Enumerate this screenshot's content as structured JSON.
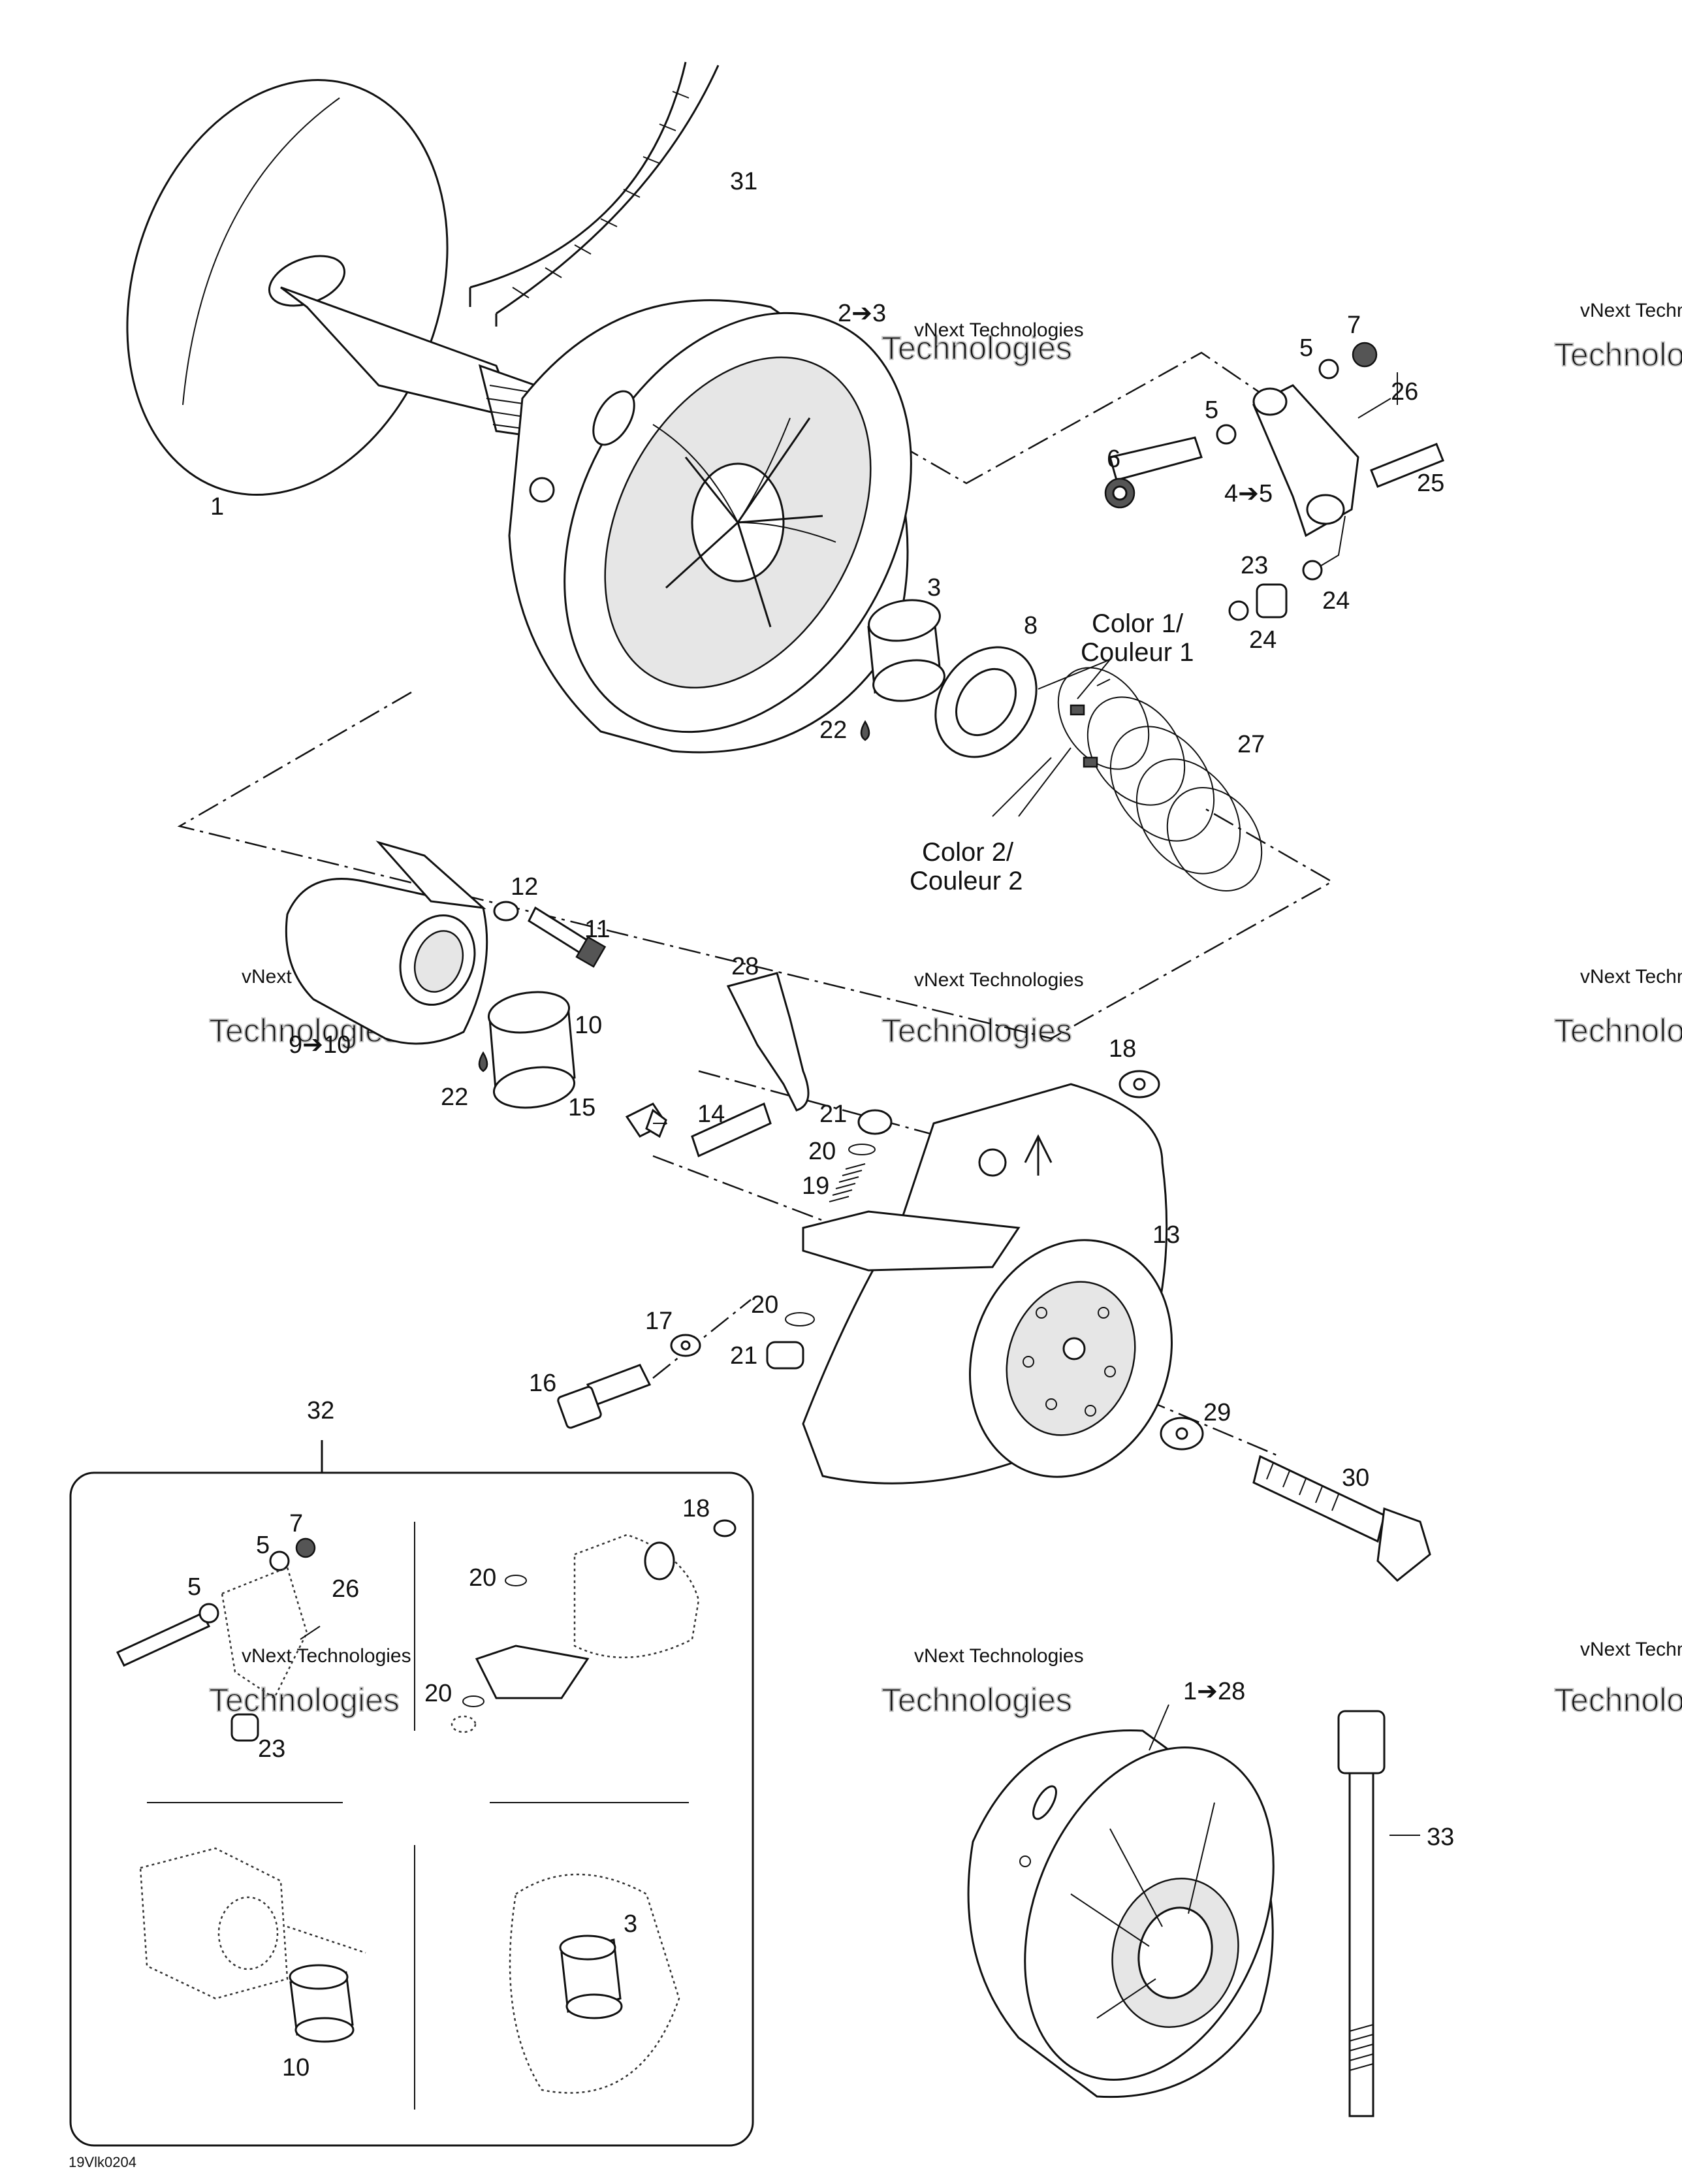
{
  "watermark": {
    "line1": "vNext Technologies",
    "line2": "Technologies"
  },
  "drawing_code": "19Vlk0204",
  "color_labels": [
    {
      "id": "color1",
      "en": "Color 1/",
      "fr": "Couleur 1"
    },
    {
      "id": "color2",
      "en": "Color 2/",
      "fr": "Couleur 2"
    }
  ],
  "callouts": [
    {
      "id": "1",
      "text": "1"
    },
    {
      "id": "31",
      "text": "31"
    },
    {
      "id": "2-3",
      "text": "2➔3"
    },
    {
      "id": "7",
      "text": "7"
    },
    {
      "id": "5a",
      "text": "5"
    },
    {
      "id": "26",
      "text": "26"
    },
    {
      "id": "5b",
      "text": "5"
    },
    {
      "id": "6",
      "text": "6"
    },
    {
      "id": "4-5",
      "text": "4➔5"
    },
    {
      "id": "25",
      "text": "25"
    },
    {
      "id": "23",
      "text": "23"
    },
    {
      "id": "24a",
      "text": "24"
    },
    {
      "id": "24b",
      "text": "24"
    },
    {
      "id": "3",
      "text": "3"
    },
    {
      "id": "8",
      "text": "8"
    },
    {
      "id": "22a",
      "text": "22"
    },
    {
      "id": "27",
      "text": "27"
    },
    {
      "id": "12",
      "text": "12"
    },
    {
      "id": "11",
      "text": "11"
    },
    {
      "id": "10",
      "text": "10"
    },
    {
      "id": "9-10",
      "text": "9➔10"
    },
    {
      "id": "22b",
      "text": "22"
    },
    {
      "id": "28",
      "text": "28"
    },
    {
      "id": "18",
      "text": "18"
    },
    {
      "id": "15",
      "text": "15"
    },
    {
      "id": "14",
      "text": "14"
    },
    {
      "id": "21a",
      "text": "21"
    },
    {
      "id": "20a",
      "text": "20"
    },
    {
      "id": "19",
      "text": "19"
    },
    {
      "id": "13",
      "text": "13"
    },
    {
      "id": "17",
      "text": "17"
    },
    {
      "id": "20b",
      "text": "20"
    },
    {
      "id": "21b",
      "text": "21"
    },
    {
      "id": "16",
      "text": "16"
    },
    {
      "id": "29",
      "text": "29"
    },
    {
      "id": "30",
      "text": "30"
    },
    {
      "id": "32",
      "text": "32"
    },
    {
      "id": "1-28",
      "text": "1➔28"
    },
    {
      "id": "33",
      "text": "33"
    }
  ],
  "inset_callouts": [
    {
      "id": "i7",
      "text": "7"
    },
    {
      "id": "i5a",
      "text": "5"
    },
    {
      "id": "i5b",
      "text": "5"
    },
    {
      "id": "i26",
      "text": "26"
    },
    {
      "id": "i23",
      "text": "23"
    },
    {
      "id": "i18",
      "text": "18"
    },
    {
      "id": "i20a",
      "text": "20"
    },
    {
      "id": "i20b",
      "text": "20"
    },
    {
      "id": "i3",
      "text": "3"
    },
    {
      "id": "i10",
      "text": "10"
    }
  ]
}
